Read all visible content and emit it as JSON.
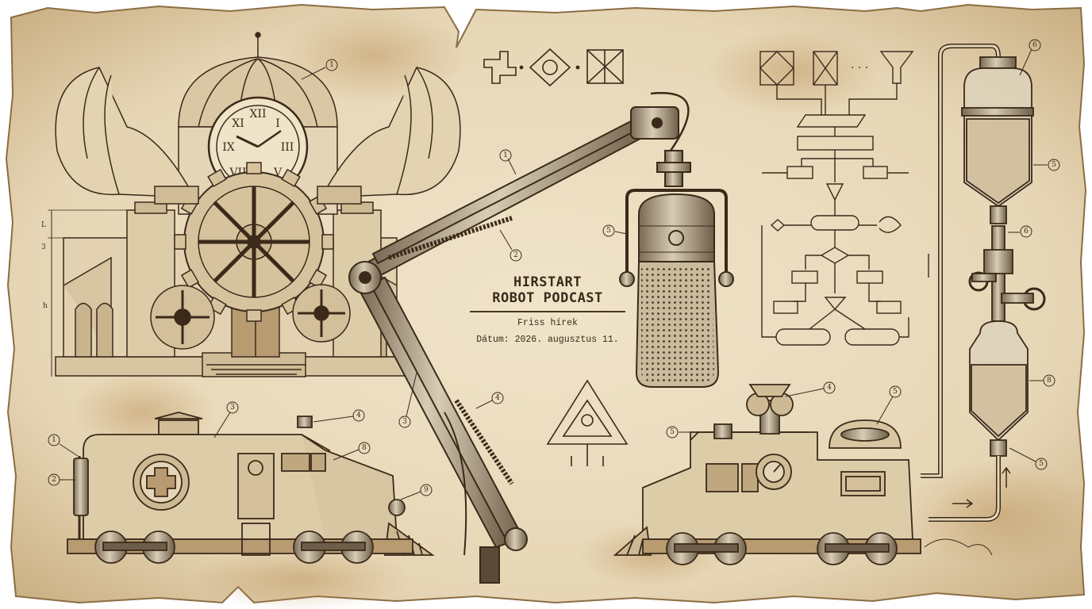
{
  "title": {
    "line1": "HIRSTART",
    "line2": "ROBOT PODCAST",
    "subtitle": "Friss hírek",
    "date": "Dátum: 2026. augusztus 11."
  },
  "callouts": {
    "clock_tower": "1",
    "arm_upper": "1",
    "arm_spring": "2",
    "arm_lower": "3",
    "arm_base": "4",
    "microphone": "5",
    "train_left_1": "1",
    "train_left_2": "2",
    "train_left_3": "3",
    "train_left_4": "4",
    "train_left_8": "8",
    "train_left_9": "9",
    "train_right_4": "4",
    "train_right_5a": "5",
    "train_right_5b": "5",
    "flask_top_6": "6",
    "flask_top_5": "5",
    "valve_6": "6",
    "flask_bottom_8": "8",
    "flask_bottom_5": "5"
  },
  "dimension_labels": {
    "dim_1": "L",
    "dim_2": "3",
    "dim_3": "h"
  },
  "colors": {
    "paper": "#e9dcc0",
    "paper_dark": "#c9b48e",
    "ink": "#3b2a1a",
    "stain": "#b88a52"
  }
}
